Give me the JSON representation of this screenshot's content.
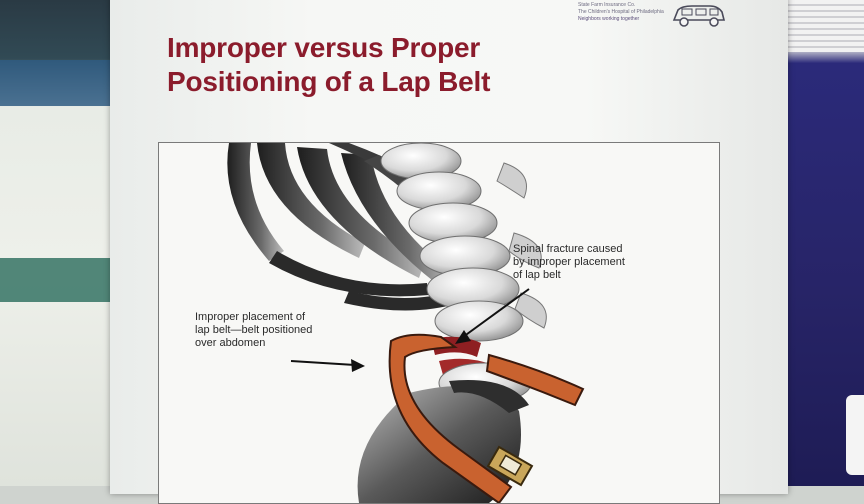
{
  "poster": {
    "title_lines": [
      "Improper versus Proper",
      "Positioning of a Lap Belt"
    ],
    "sponsor": {
      "line1": "State Farm Insurance Co.",
      "line2": "The Children's Hospital of Philadelphia",
      "line3": "Neighbors working together"
    },
    "annotations": {
      "fracture": [
        "Spinal fracture caused",
        "by improper placement",
        "of lap belt"
      ],
      "improper": [
        "Improper placement of",
        "lap belt—belt positioned",
        "over abdomen"
      ]
    }
  },
  "colors": {
    "title": "#8b1c2c",
    "belt": "#c9622f",
    "buckle": "#c9a65a",
    "injury": "#8e1f22"
  },
  "icons": [
    "arrow-icon",
    "car-logo-icon"
  ]
}
